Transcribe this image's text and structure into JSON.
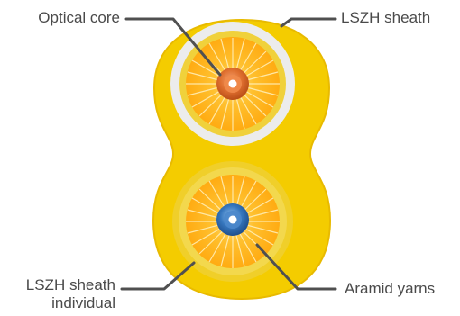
{
  "labels": {
    "optical_core": "Optical core",
    "lszh_sheath": "LSZH sheath",
    "lszh_sheath_individual_line1": "LSZH sheath",
    "lszh_sheath_individual_line2": "individual",
    "aramid_yarns": "Aramid yarns"
  },
  "colors": {
    "outer_sheath": "#f4cc00",
    "outer_sheath_dark": "#e7b900",
    "inner_ring": "#f1d84a",
    "white_ring": "#ececec",
    "aramid": "#ffb21a",
    "aramid_center": "#ffd36a",
    "optical_core_orange": "#e06a22",
    "optical_core_blue": "#2e6db3",
    "leader_line": "#505050",
    "text": "#4a4a4a"
  }
}
